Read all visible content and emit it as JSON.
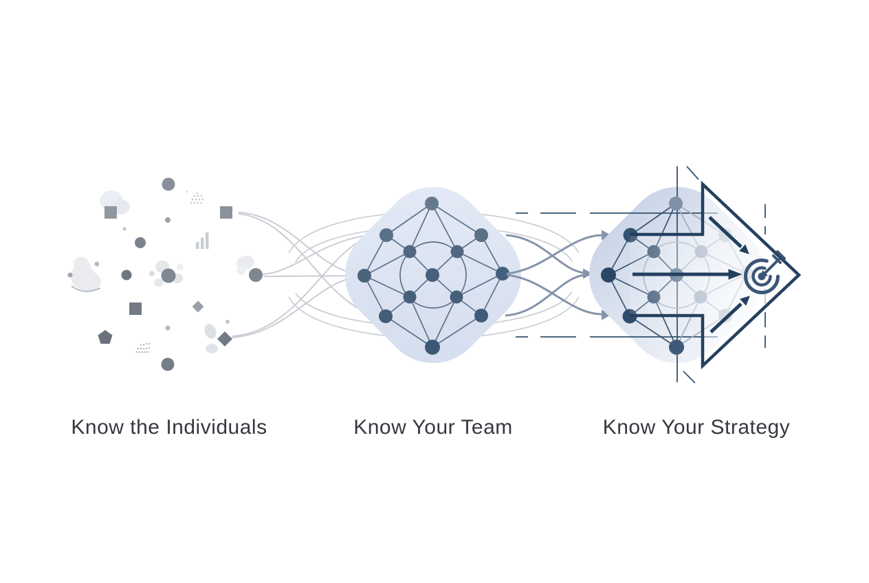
{
  "diagram": {
    "type": "process-illustration",
    "stages": [
      {
        "id": "individuals",
        "label": "Know the Individuals",
        "icon": "scattered-shapes-icon"
      },
      {
        "id": "team",
        "label": "Know Your Team",
        "icon": "network-graph-icon"
      },
      {
        "id": "strategy",
        "label": "Know Your Strategy",
        "icon": "network-arrow-target-icon"
      }
    ],
    "icons": [
      "scatter-circle-icon",
      "scatter-square-icon",
      "scatter-diamond-icon",
      "scatter-pentagon-icon",
      "bar-chart-glyph-icon",
      "dot-grid-icon",
      "network-node-icon",
      "block-arrow-icon",
      "target-bullseye-icon",
      "dart-icon"
    ],
    "colors": {
      "background": "#ffffff",
      "label_text": "#35393f",
      "scatter_gray_dark": "#6e7580",
      "scatter_gray_mid": "#8a919b",
      "scatter_gray_light": "#e8eaee",
      "connector_light": "#c9cdd3",
      "connector_blue": "#8494a9",
      "squircle_blue": "#dbe3f1",
      "node_slate": "#52687f",
      "node_navy": "#2b4765",
      "node_faded": "#a9b6c6",
      "arrow_navy": "#24405f"
    }
  }
}
